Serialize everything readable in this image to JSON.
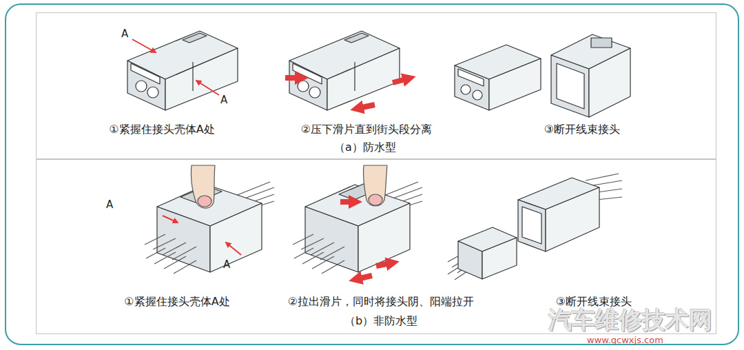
{
  "diagram": {
    "nodes": [
      {
        "text": [
          "①紧握住接头壳体A处",
          "②压下滑片直到街头段分离",
          "③断开线束接头",
          "（a）防水型"
        ]
      },
      {
        "text": [
          "①紧握住接头壳体A处",
          "②拉出滑片，同时将接头阴、阳端拉开",
          "③断开线束接头",
          "（b）非防水型"
        ]
      }
    ],
    "labels": [
      "A",
      "A",
      "A",
      "A",
      "汽车维修技术网",
      "www.qcwxjs.com"
    ]
  }
}
